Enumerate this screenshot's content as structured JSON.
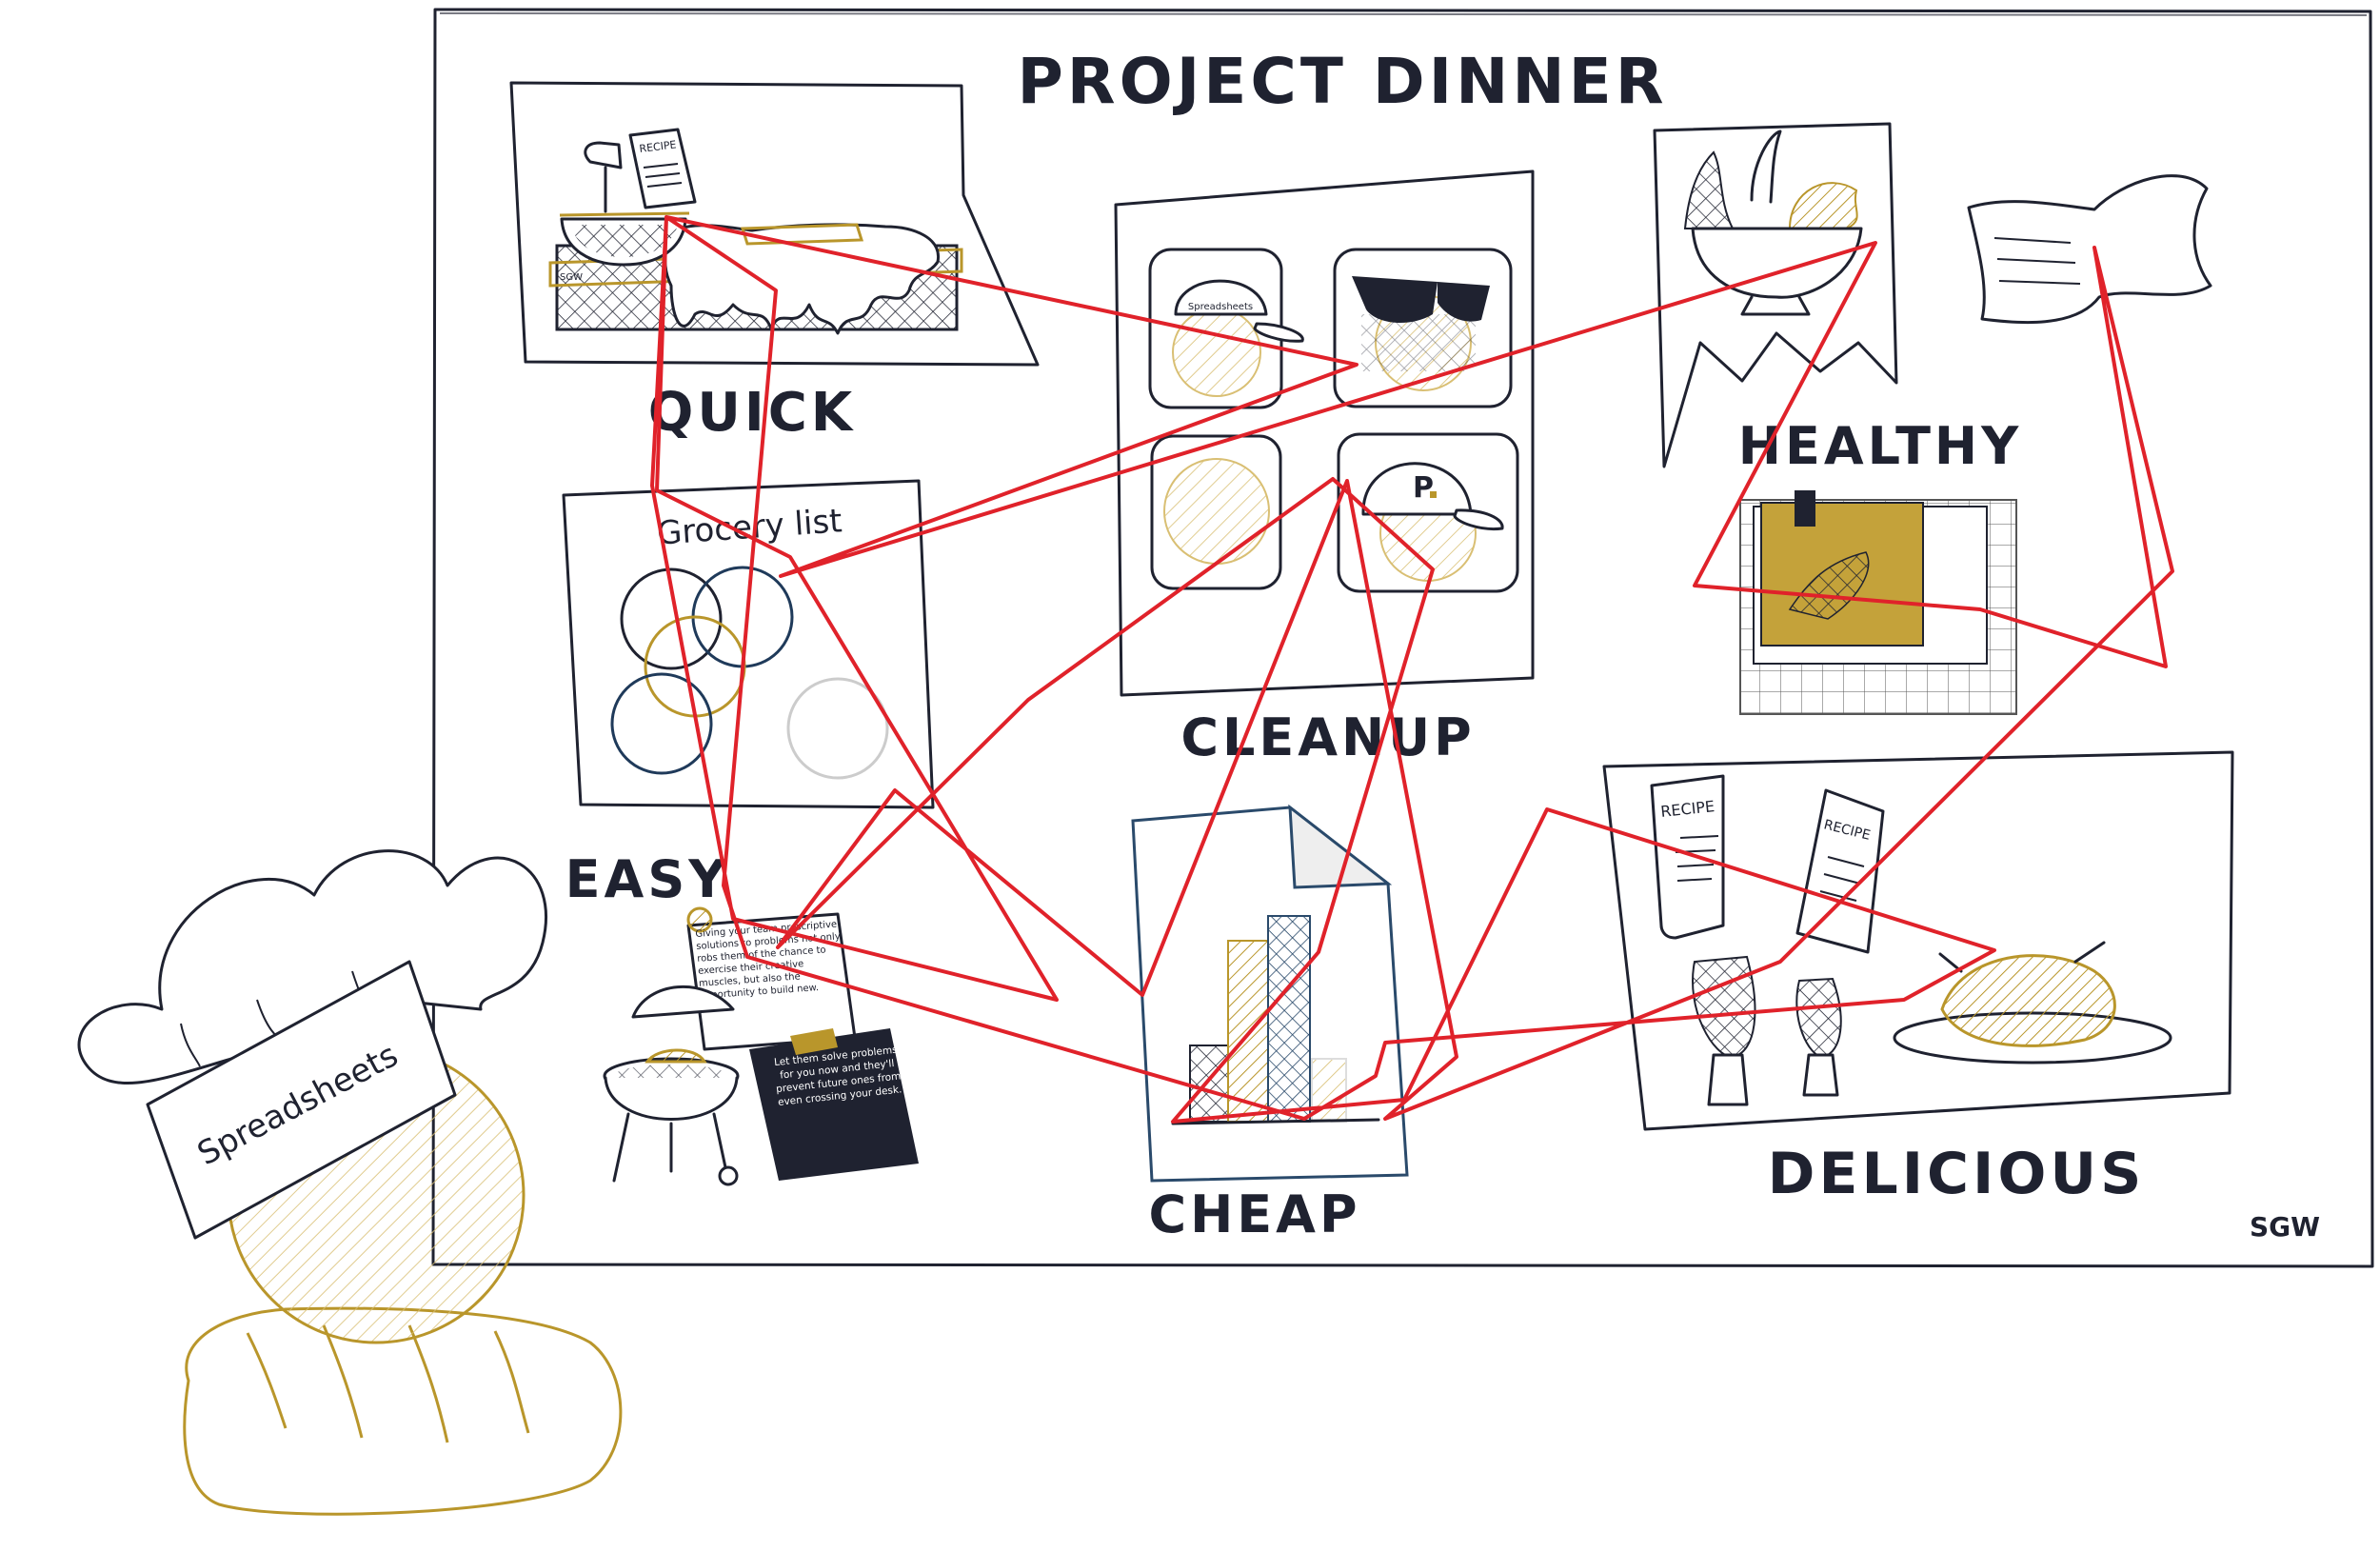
{
  "board": {
    "title": "PROJECT DINNER",
    "signature": "SGW"
  },
  "sections": {
    "quick": "QUICK",
    "easy": "EASY",
    "cleanup": "CLEANUP",
    "cheap": "CHEAP",
    "healthy": "HEALTHY",
    "delicious": "DELICIOUS"
  },
  "grocery_list": {
    "title": "Grocery list"
  },
  "quick_panel": {
    "recipe_card": "RECIPE",
    "board_tag": "SGW"
  },
  "cleanup_panel": {
    "cap_text": "Spreadsheets",
    "cap_logo": "P"
  },
  "easy_panel": {
    "note_text": "Giving your team prescriptive solutions to problems not only robs them of the chance to exercise their creative muscles, but also the opportunity to build new.",
    "dark_note_text": "Let them solve problems for you now and they'll prevent future ones from even crossing your desk."
  },
  "delicious_panel": {
    "recipe_left": "RECIPE",
    "recipe_right": "RECIPE"
  },
  "chef": {
    "hat_band_text": "Spreadsheets"
  },
  "colors": {
    "ink": "#1f2230",
    "gold": "#b9962b",
    "red_line": "#e0222a",
    "note_dark": "#1f2230",
    "chart_border": "#2a4a6b",
    "ring_blue": "#1f3a5a",
    "ring_gray": "#cccccc"
  },
  "icons": [
    "recipe-card-icon",
    "mixer-icon",
    "cutting-board-icon",
    "baseball-cap-icon",
    "sunglasses-icon",
    "herb-bowl-icon",
    "paper-bow-icon",
    "clipboard-photo-icon",
    "bar-chart-icon",
    "grill-icon",
    "roast-chicken-icon",
    "morel-mushroom-icon",
    "chef-hat-icon",
    "bread-loaf-icon"
  ]
}
